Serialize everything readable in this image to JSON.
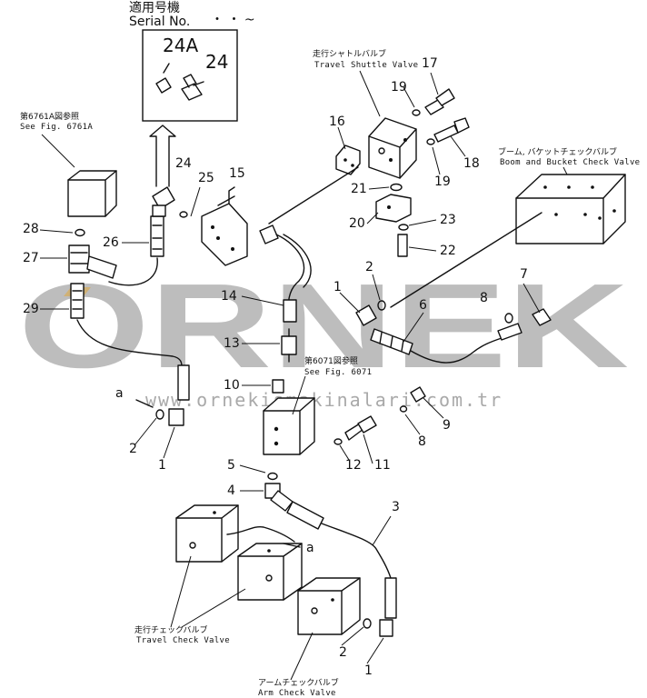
{
  "header": {
    "serial_jp": "適用号機",
    "serial_label": "Serial No.",
    "serial_value": "・ ・ ~"
  },
  "inset": {
    "left_label": "24A",
    "right_label": "24"
  },
  "refs": {
    "fig6761_jp": "第6761A図参照",
    "fig6761": "See Fig. 6761A",
    "fig6071_jp": "第6071図参照",
    "fig6071": "See Fig. 6071"
  },
  "valves": {
    "travel_shuttle_jp": "走行シャトルバルブ",
    "travel_shuttle": "Travel Shuttle Valve",
    "boom_bucket_jp": "ブーム, バケットチェックバルブ",
    "boom_bucket": "Boom and Bucket Check Valve",
    "travel_check_jp": "走行チェックバルブ",
    "travel_check": "Travel Check Valve",
    "arm_check_jp": "アームチェックバルブ",
    "arm_check": "Arm Check Valve"
  },
  "callouts": {
    "c1": "1",
    "c2": "2",
    "c3": "3",
    "c4": "4",
    "c5": "5",
    "c6": "6",
    "c7": "7",
    "c8": "8",
    "c8b": "8",
    "c9": "9",
    "c10": "10",
    "c11": "11",
    "c12": "12",
    "c13": "13",
    "c14": "14",
    "c15": "15",
    "c16": "16",
    "c17": "17",
    "c18": "18",
    "c19": "19",
    "c19b": "19",
    "c20": "20",
    "c21": "21",
    "c22": "22",
    "c23": "23",
    "c24": "24",
    "c25": "25",
    "c26": "26",
    "c27": "27",
    "c28": "28",
    "c29": "29",
    "c1b": "1",
    "c2b": "2",
    "c1c": "1",
    "c2c": "2",
    "a1": "a",
    "a2": "a"
  },
  "watermark": {
    "brand": "ORNEK",
    "site": "www.ornekismakinalari.com.tr"
  }
}
